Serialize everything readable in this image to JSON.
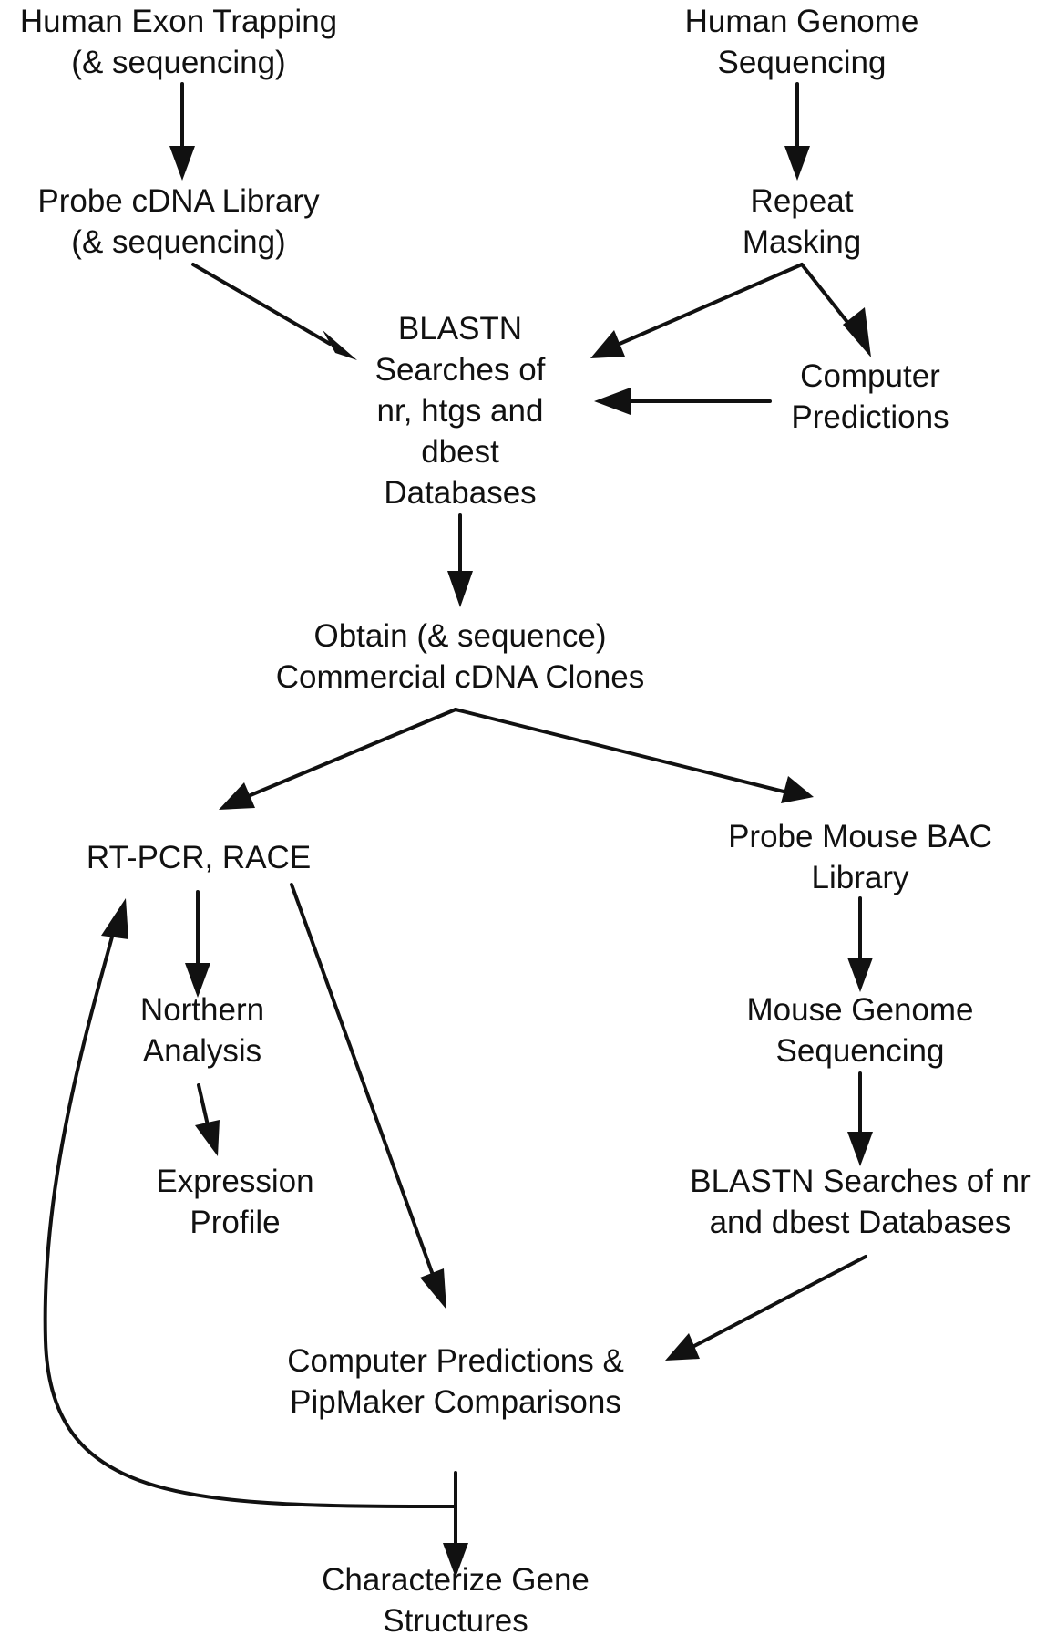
{
  "nodes": {
    "exon_trapping": [
      "Human Exon Trapping",
      "(& sequencing)"
    ],
    "genome_sequencing": [
      "Human Genome",
      "Sequencing"
    ],
    "probe_cdna": [
      "Probe cDNA Library",
      "(& sequencing)"
    ],
    "repeat_masking": [
      "Repeat",
      "Masking"
    ],
    "blastn": [
      "BLASTN",
      "Searches of",
      "nr, htgs and",
      "dbest",
      "Databases"
    ],
    "computer_predictions": [
      "Computer",
      "Predictions"
    ],
    "obtain_clones": [
      "Obtain (& sequence)",
      "Commercial cDNA Clones"
    ],
    "rt_pcr": [
      "RT-PCR, RACE"
    ],
    "probe_mouse_bac": [
      "Probe Mouse BAC",
      "Library"
    ],
    "northern": [
      "Northern",
      "Analysis"
    ],
    "mouse_genome": [
      "Mouse Genome",
      "Sequencing"
    ],
    "expression": [
      "Expression",
      "Profile"
    ],
    "blastn_mouse": [
      "BLASTN Searches of nr",
      "and dbest Databases"
    ],
    "pipmaker": [
      "Computer Predictions &",
      "PipMaker Comparisons"
    ],
    "characterize": [
      "Characterize Gene",
      "Structures"
    ]
  }
}
